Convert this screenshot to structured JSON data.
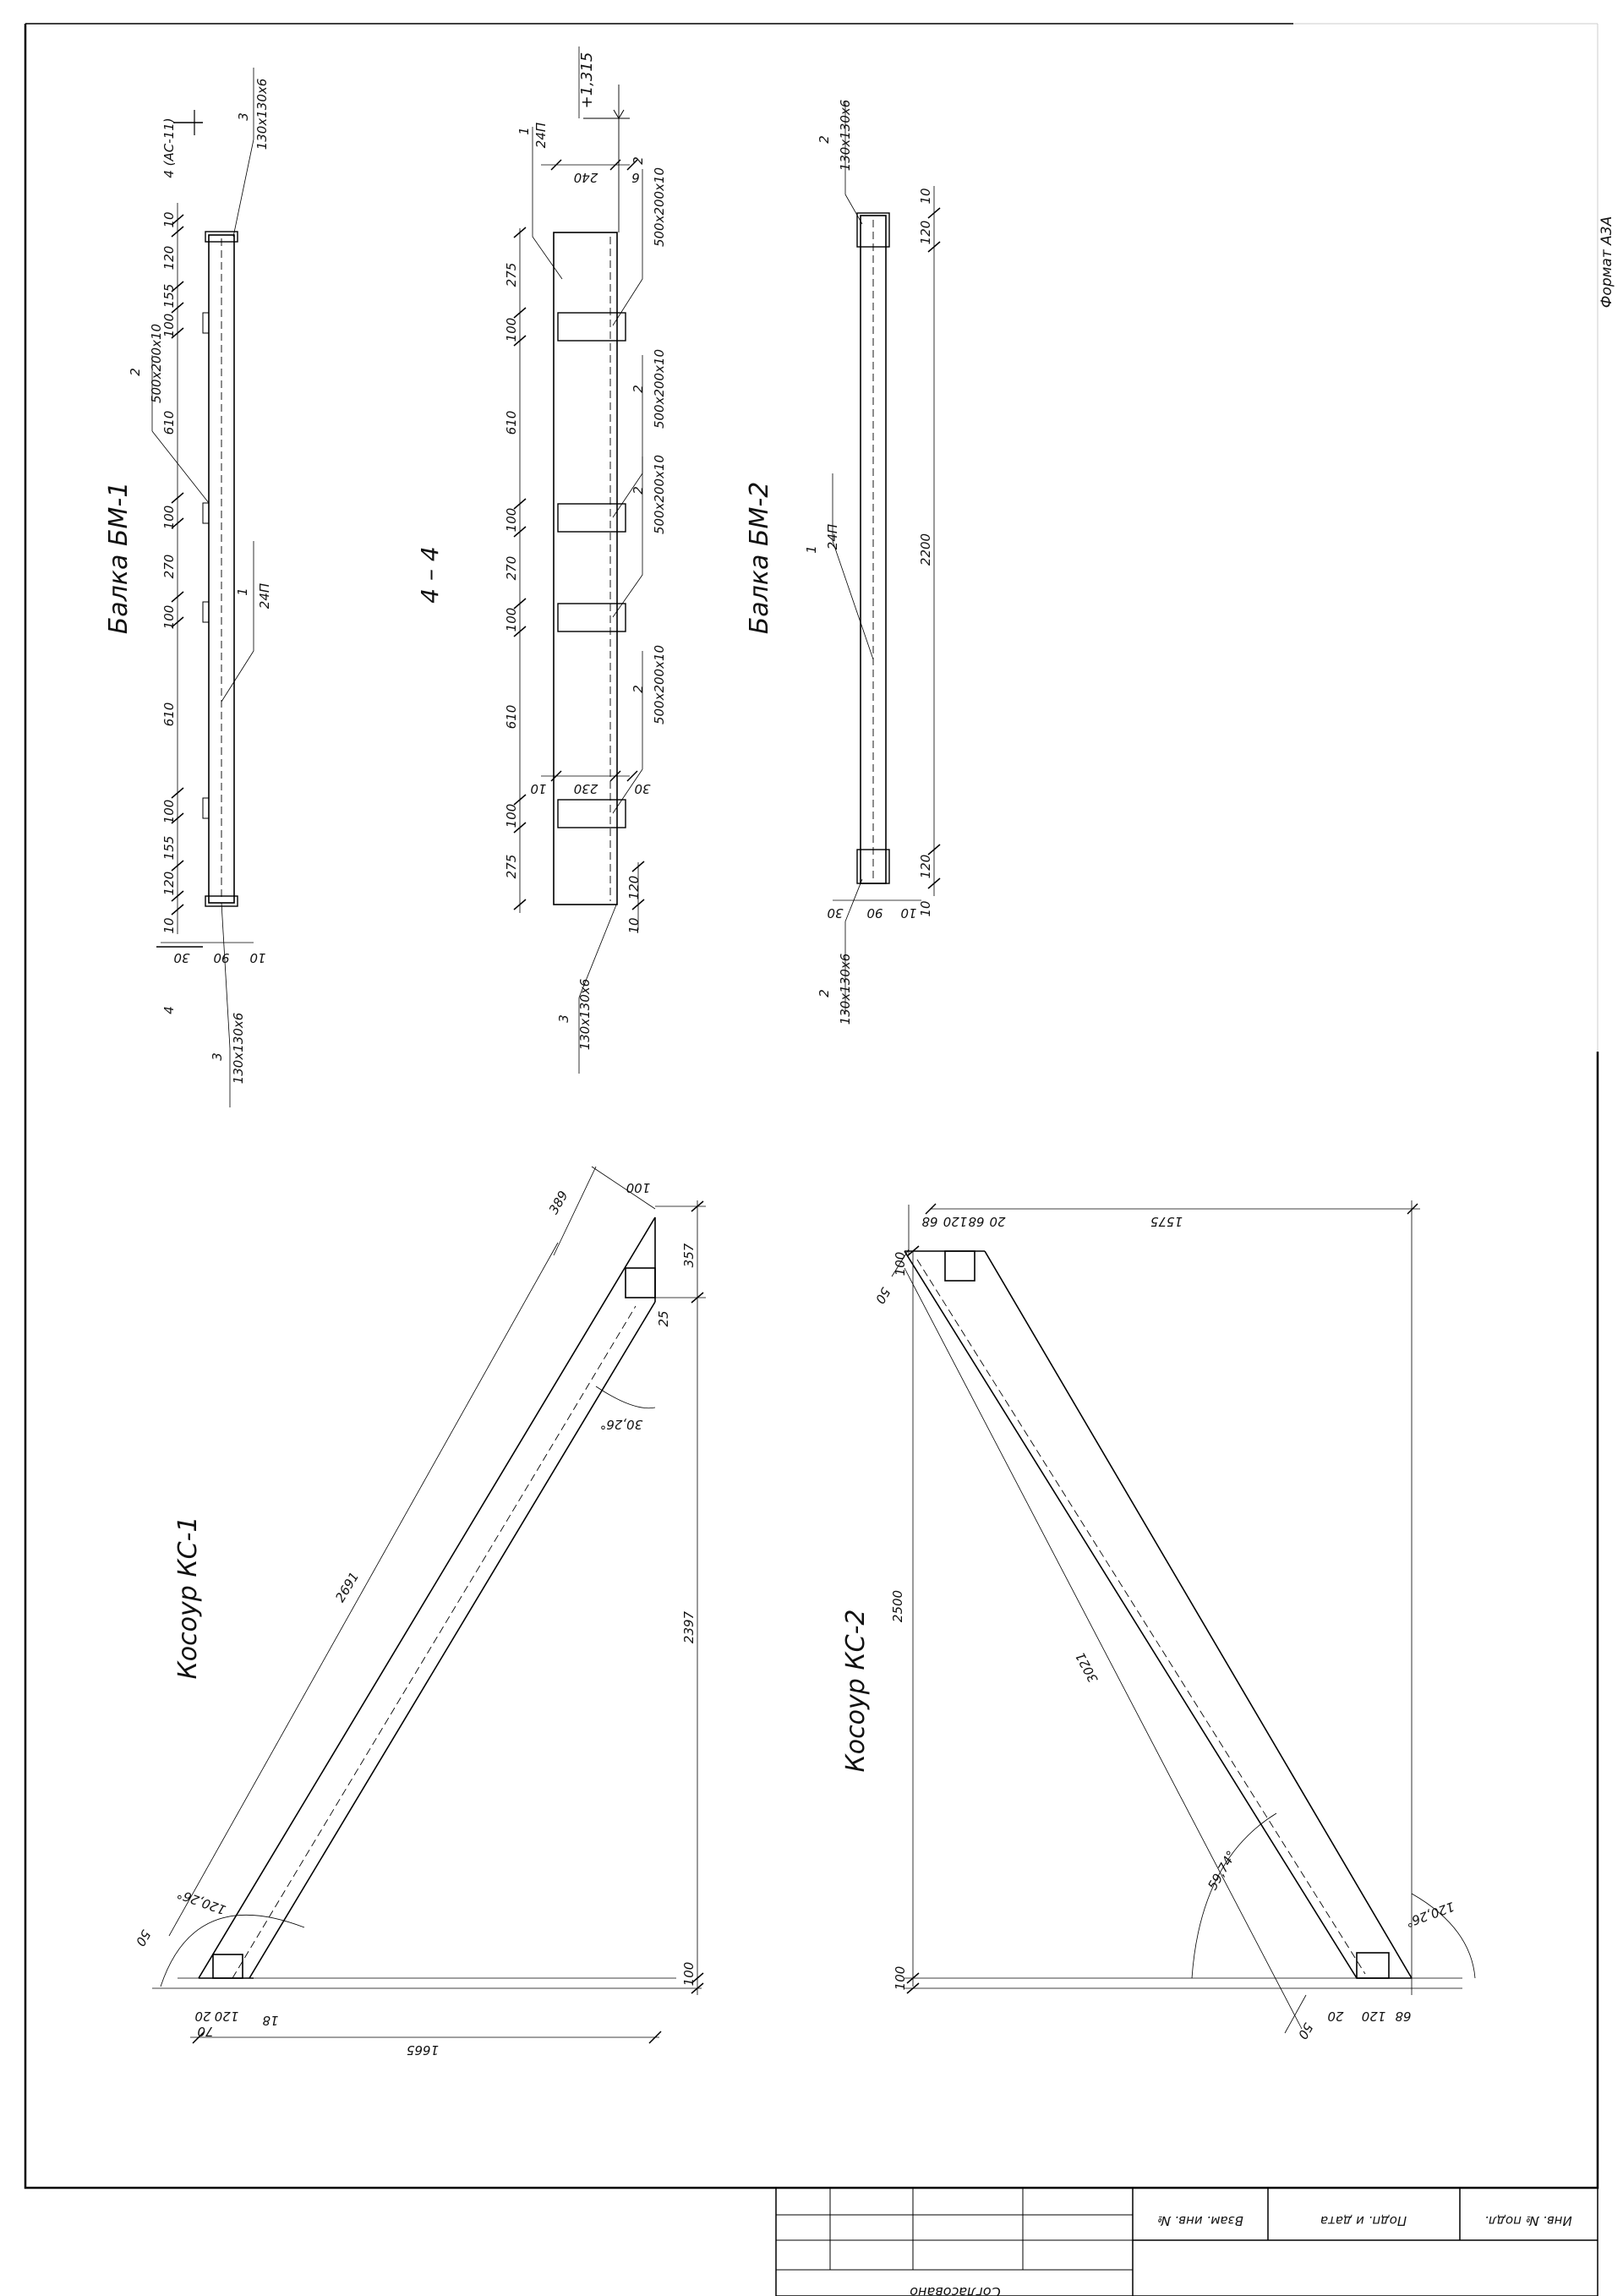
{
  "sheet": {
    "format_label": "Формат А3А",
    "stamp": {
      "inv_podl": "Инв. № подл.",
      "podp_data": "Подп. и дата",
      "vzam_inv": "Взам. инв. №",
      "soglasovano": "Согласовано"
    }
  },
  "bm1": {
    "title": "Балка БМ-1",
    "dims": [
      "10",
      "120",
      "155",
      "100",
      "610",
      "100",
      "270",
      "100",
      "610",
      "100",
      "155",
      "120",
      "10"
    ],
    "bottom_dims": [
      "30",
      "90",
      "10"
    ],
    "section_mark": "4",
    "section_ref": "4 (АС-11)",
    "callouts": {
      "plate_top": {
        "pos": "3",
        "size": "130x130x6"
      },
      "plate_bottom": {
        "pos": "3",
        "size": "130x130x6"
      },
      "stiffener": {
        "pos": "2",
        "size": "500x200x10"
      },
      "channel": {
        "pos": "1",
        "size": "24П"
      }
    }
  },
  "section44": {
    "title": "4 – 4",
    "elevation": "+1,315",
    "dims": [
      "275",
      "100",
      "610",
      "100",
      "270",
      "100",
      "610",
      "100",
      "275"
    ],
    "top_dims": [
      "240",
      "6"
    ],
    "bottom_dims": [
      "10",
      "230",
      "30"
    ],
    "end_dims": [
      "10",
      "120"
    ],
    "callouts": {
      "channel": {
        "pos": "1",
        "size": "24П"
      },
      "plate1": {
        "pos": "2",
        "size": "500x200x10"
      },
      "plate2": {
        "pos": "2",
        "size": "500x200x10"
      },
      "plate3": {
        "pos": "2",
        "size": "500x200x10"
      },
      "plate4": {
        "pos": "2",
        "size": "500x200x10"
      },
      "endplate": {
        "pos": "3",
        "size": "130x130x6"
      }
    }
  },
  "bm2": {
    "title": "Балка БМ-2",
    "dims": [
      "10",
      "120",
      "2200",
      "120",
      "10"
    ],
    "bottom_dims": [
      "30",
      "90",
      "10"
    ],
    "callouts": {
      "plate_top": {
        "pos": "2",
        "size": "130x130x6"
      },
      "plate_bottom": {
        "pos": "2",
        "size": "130x130x6"
      },
      "channel": {
        "pos": "1",
        "size": "24П"
      }
    }
  },
  "ks1": {
    "title": "Косоур КС-1",
    "length": "2691",
    "height": "2397",
    "base": "1665",
    "top_dims": [
      "389",
      "100"
    ],
    "right_dims": [
      "357",
      "25",
      "100"
    ],
    "angle_top": "30,26°",
    "angle_bottom": "120,26°",
    "foot_dims": [
      "20",
      "120",
      "70",
      "18"
    ],
    "end_dim": "50"
  },
  "ks2": {
    "title": "Косоур КС-2",
    "length": "3021",
    "height": "2500",
    "base": "1575",
    "top_dims": [
      "68",
      "120",
      "68",
      "20"
    ],
    "left_dims": [
      "100",
      "50",
      "100"
    ],
    "angle_mid": "59,74°",
    "angle_bottom": "120,26°",
    "foot_dims": [
      "50",
      "20",
      "120",
      "68"
    ]
  }
}
